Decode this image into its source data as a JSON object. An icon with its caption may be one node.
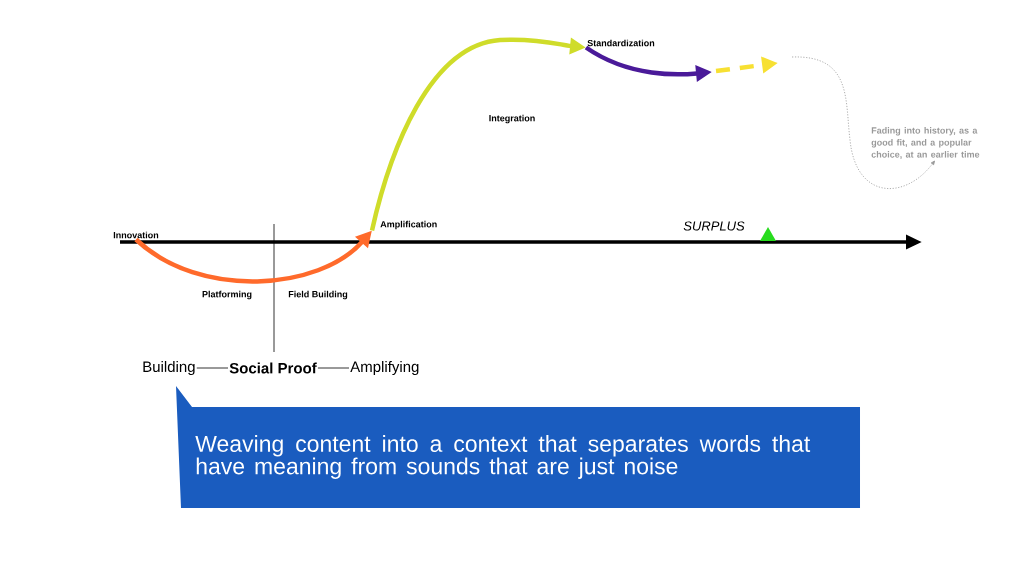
{
  "diagram": {
    "nodes": [
      {
        "text": [
          "Innovation"
        ]
      },
      {
        "text": [
          "Amplification"
        ]
      },
      {
        "text": [
          "Standardization"
        ]
      },
      {
        "text": [
          "Fading into history, as a good fit, and a popular choice, at an earlier time"
        ]
      },
      {
        "text": [
          "Weaving content into a context that separates words that have meaning from sounds that are just noise"
        ]
      },
      {
        "text": [
          "Building"
        ]
      },
      {
        "text": [
          "Social Proof"
        ]
      },
      {
        "text": [
          "Amplifying"
        ]
      }
    ],
    "edges": [
      {
        "from": 0,
        "to": 1,
        "arrow": "to",
        "style": "thick",
        "color": "#ff6a2b"
      },
      {
        "from": 1,
        "to": 2,
        "arrow": "to",
        "style": "thick",
        "color": "#cfdc2a"
      },
      {
        "from": 2,
        "to": null,
        "arrow": "to",
        "style": "thick",
        "color": "#4a1a99"
      },
      {
        "from": null,
        "to": 3,
        "arrow": "to",
        "style": "dashed",
        "color": "#999999"
      },
      {
        "from": 5,
        "to": 6,
        "arrow": "none"
      },
      {
        "from": 6,
        "to": 7,
        "arrow": "none"
      }
    ],
    "labels": [
      "Platforming",
      "Field Building",
      "Integration",
      "SURPLUS"
    ]
  }
}
